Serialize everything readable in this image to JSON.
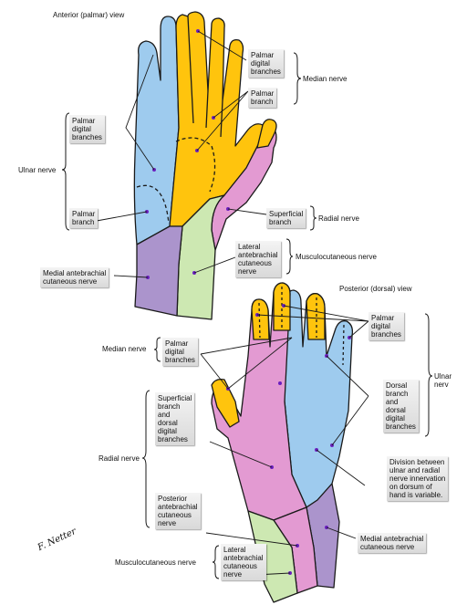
{
  "anterior": {
    "title": "Anterior (palmar) view",
    "labels": {
      "palmar_digital_branches_median": "Palmar\ndigital\nbranches",
      "palmar_branch_median": "Palmar\nbranch",
      "median_nerve": "Median nerve",
      "palmar_digital_branches_ulnar": "Palmar\ndigital\nbranches",
      "ulnar_nerve": "Ulnar nerve",
      "palmar_branch_ulnar": "Palmar\nbranch",
      "superficial_branch": "Superficial\nbranch",
      "radial_nerve": "Radial nerve",
      "lateral_antebrachial": "Lateral\nantebrachial\ncutaneous\nnerve",
      "musculocutaneous_nerve": "Musculocutaneous nerve",
      "medial_antebrachial": "Medial antebrachial\ncutaneous nerve"
    }
  },
  "posterior": {
    "title": "Posterior (dorsal) view",
    "labels": {
      "palmar_digital_branches_right": "Palmar\ndigital\nbranches",
      "ulnar_nerve": "Ulnar nerv",
      "median_nerve": "Median nerve",
      "palmar_digital_branches_left": "Palmar\ndigital\nbranches",
      "dorsal_branch": "Dorsal\nbranch\nand\ndorsal\ndigital\nbranches",
      "superficial_branch_dorsal": "Superficial\nbranch\nand\ndorsal\ndigital\nbranches",
      "radial_nerve": "Radial nerve",
      "division_note": "Division between\nulnar and radial\nnerve innervation\non dorsum of\nhand is variable.",
      "posterior_antebrachial": "Posterior\nantebrachial\ncutaneous\nnerve",
      "medial_antebrachial": "Medial antebrachial\ncutaneous nerve",
      "musculocutaneous_nerve": "Musculocutaneous nerve",
      "lateral_antebrachial": "Lateral\nantebrachial\ncutaneous\nnerve"
    }
  },
  "signature": "F. Netter",
  "colors": {
    "ulnar": "#9ecbee",
    "median": "#ffc40d",
    "radial": "#e39ad2",
    "musculocutaneous": "#cde8b2",
    "medial_antebrachial": "#ab94cc",
    "outline": "#1a1a1a",
    "dot": "#6a1fbf"
  }
}
